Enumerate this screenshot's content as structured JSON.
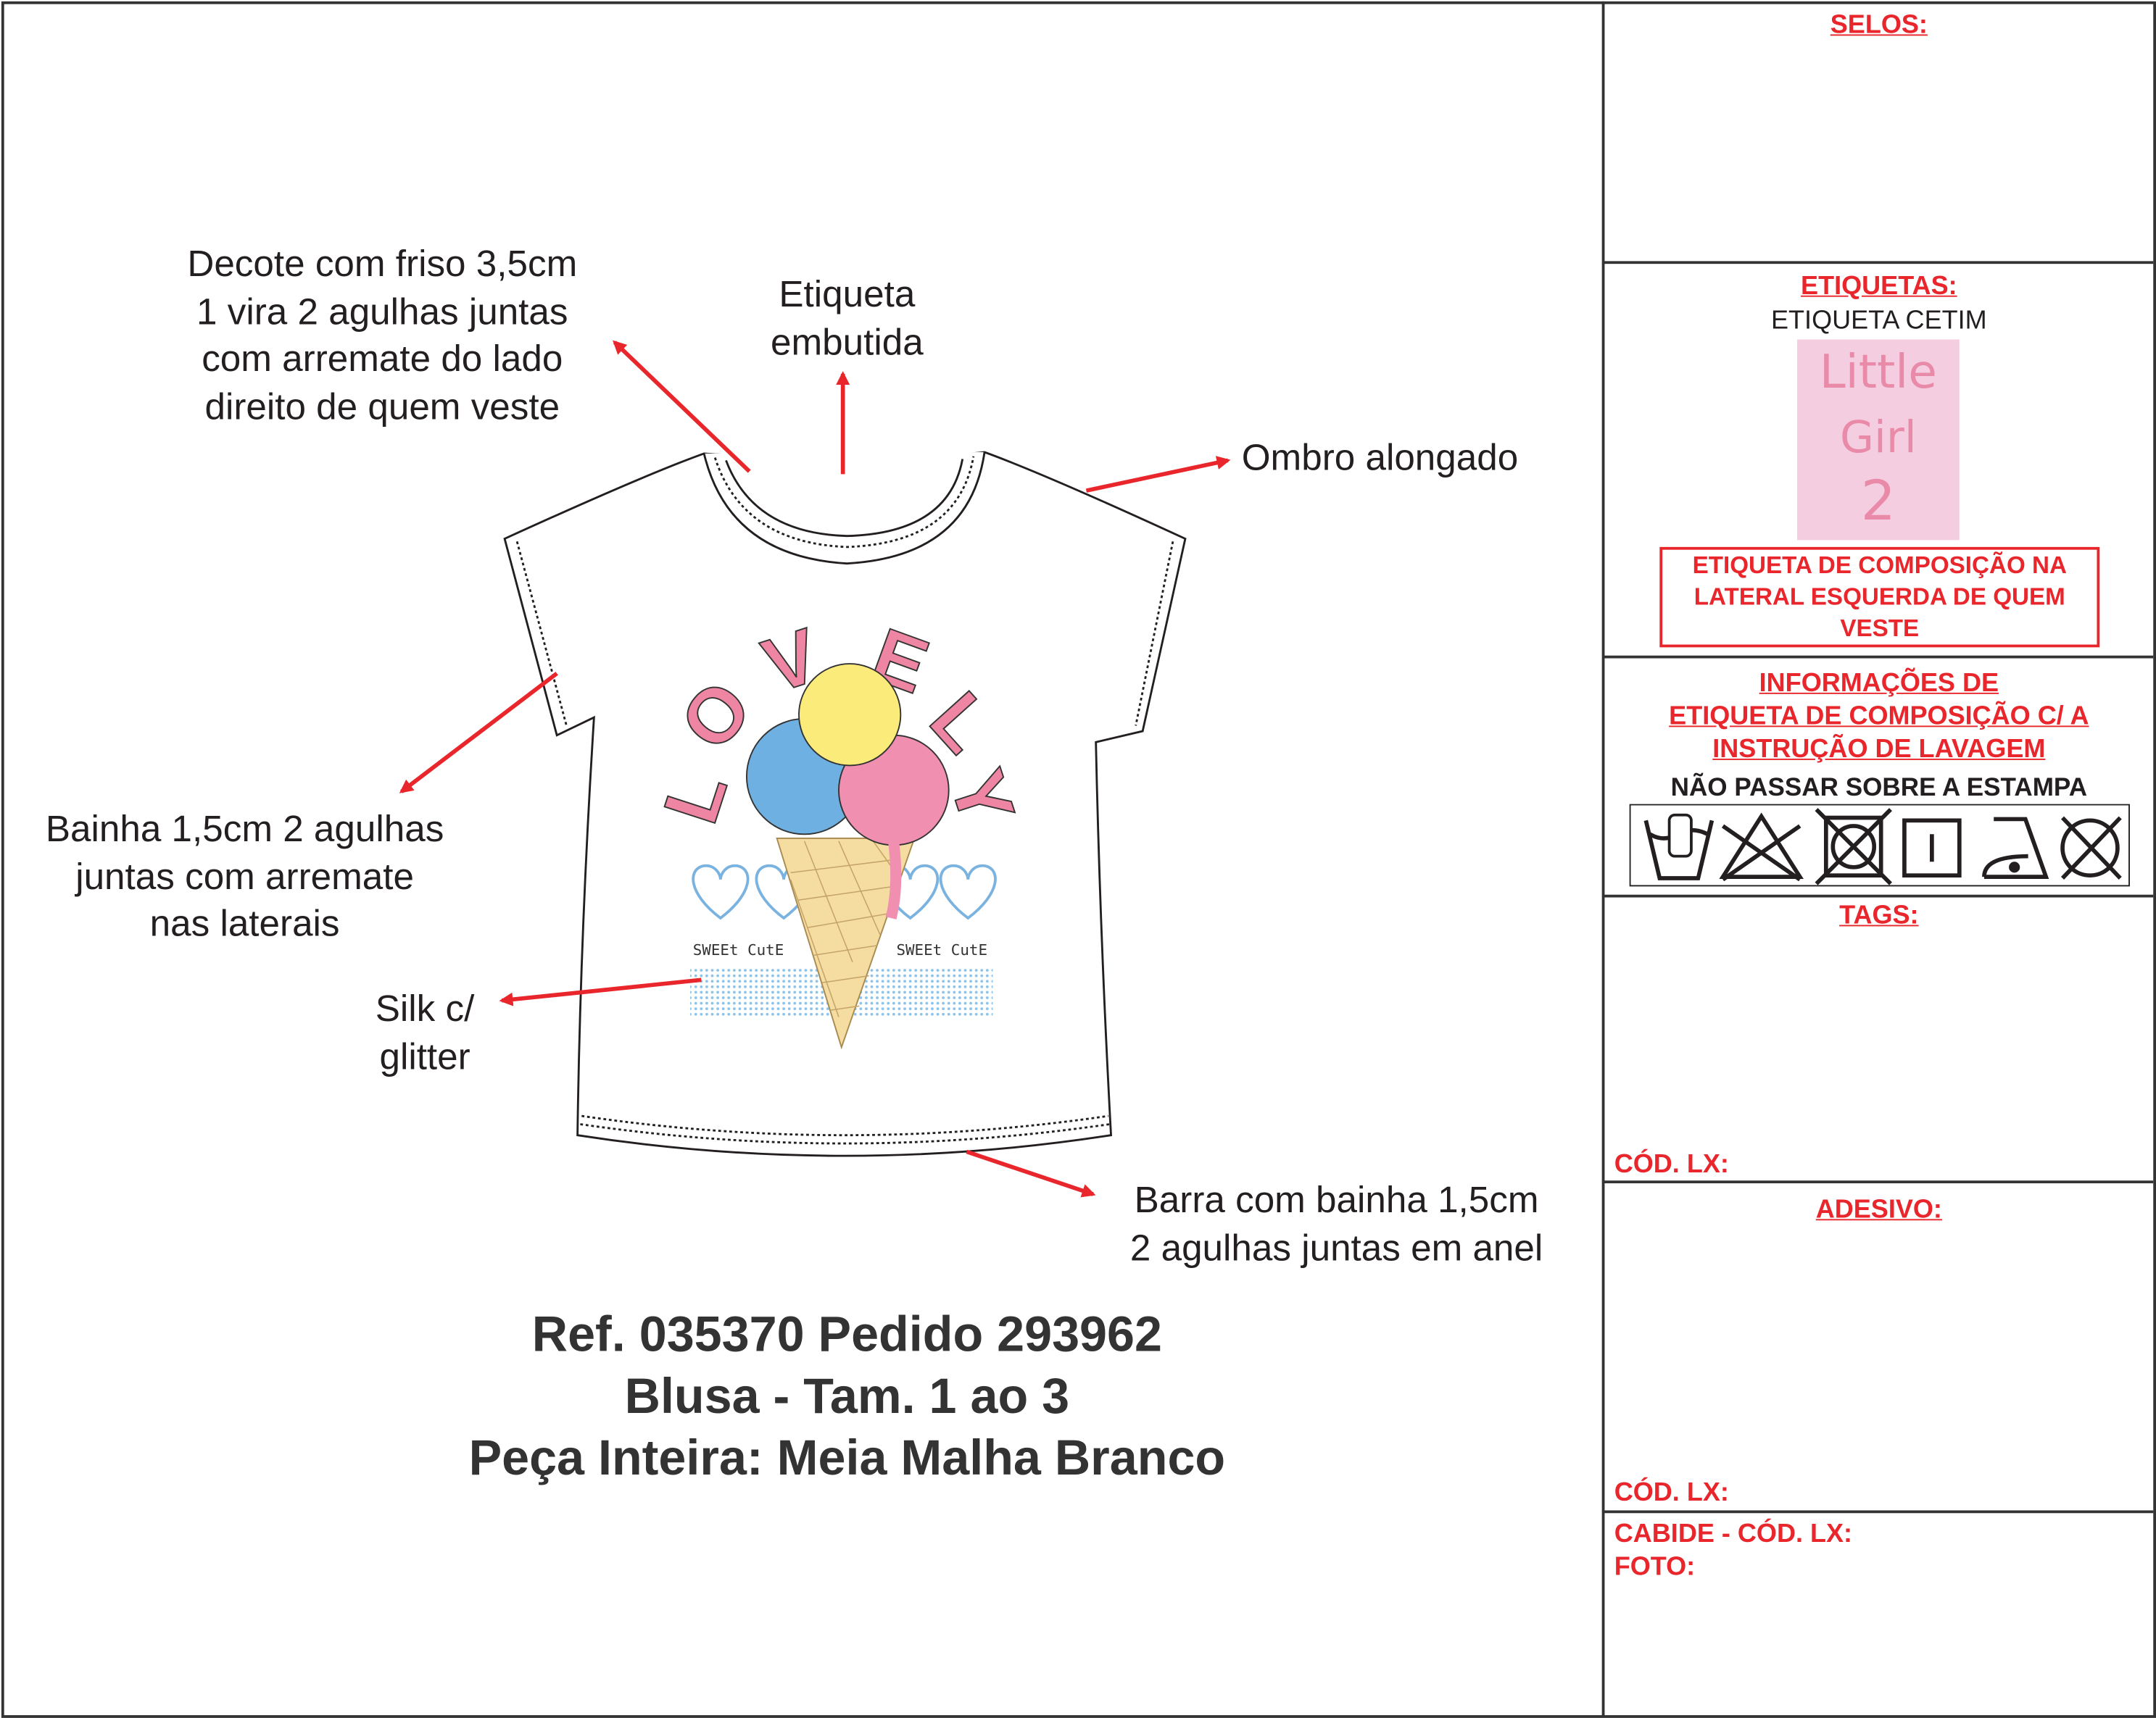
{
  "annotations": {
    "decote": [
      "Decote com friso 3,5cm",
      "1 vira 2 agulhas juntas",
      "com arremate do lado",
      "direito de quem veste"
    ],
    "etiqueta": [
      "Etiqueta",
      "embutida"
    ],
    "ombro": "Ombro alongado",
    "bainha": [
      "Bainha 1,5cm 2 agulhas",
      "juntas com arremate",
      "nas laterais"
    ],
    "silk": [
      "Silk c/",
      "glitter"
    ],
    "barra": [
      "Barra com bainha 1,5cm",
      "2 agulhas juntas em anel"
    ]
  },
  "print": {
    "letters": [
      "L",
      "O",
      "V",
      "E",
      "L",
      "Y"
    ],
    "caption": "SWEEt CutE"
  },
  "title": [
    "Ref. 035370 Pedido 293962",
    "Blusa - Tam. 1 ao 3",
    "Peça Inteira: Meia Malha Branco"
  ],
  "panel": {
    "selos": "SELOS:",
    "etiquetas": "ETIQUETAS:",
    "etiqueta_tipo": "ETIQUETA CETIM",
    "label_brand": [
      "Little",
      "Girl",
      "2"
    ],
    "composicao_note": "ETIQUETA DE COMPOSIÇÃO NA LATERAL ESQUERDA DE QUEM VESTE",
    "info": [
      "INFORMAÇÕES DE",
      "ETIQUETA DE COMPOSIÇÃO C/ A",
      "INSTRUÇÃO DE LAVAGEM"
    ],
    "warning": "NÃO PASSAR SOBRE A ESTAMPA",
    "care_symbols": [
      "hand-wash-icon",
      "do-not-bleach-icon",
      "do-not-tumble-dry-icon",
      "line-dry-icon",
      "iron-low-icon",
      "do-not-dry-clean-icon"
    ],
    "tags": "TAGS:",
    "cod_lx_1": "CÓD. LX:",
    "adesivo": "ADESIVO:",
    "cod_lx_2": "CÓD. LX:",
    "cabide": "CABIDE - CÓD. LX:",
    "foto": "FOTO:"
  },
  "colors": {
    "red": "#e8262b",
    "pink_label": "#f4cde0",
    "pink_text": "#e88aa8"
  }
}
